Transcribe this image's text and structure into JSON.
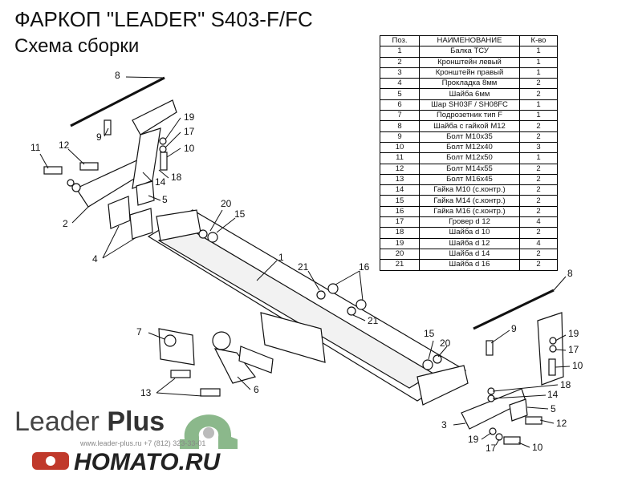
{
  "header": {
    "title": "ФАРКОП \"LEADER\" S403-F/FC",
    "subtitle": "Схема сборки"
  },
  "table": {
    "headers": [
      "Поз.",
      "НАИМЕНОВАНИЕ",
      "К-во"
    ],
    "rows": [
      [
        "1",
        "Балка ТСУ",
        "1"
      ],
      [
        "2",
        "Кронштейн левый",
        "1"
      ],
      [
        "3",
        "Кронштейн правый",
        "1"
      ],
      [
        "4",
        "Прокладка 8мм",
        "2"
      ],
      [
        "5",
        "Шайба 6мм",
        "2"
      ],
      [
        "6",
        "Шар  SH03F / SH08FC",
        "1"
      ],
      [
        "7",
        "Подрозетник тип F",
        "1"
      ],
      [
        "8",
        "Шайба с гайкой М12",
        "2"
      ],
      [
        "9",
        "Болт М10х35",
        "2"
      ],
      [
        "10",
        "Болт М12х40",
        "3"
      ],
      [
        "11",
        "Болт М12х50",
        "1"
      ],
      [
        "12",
        "Болт М14х55",
        "2"
      ],
      [
        "13",
        "Болт М16х45",
        "2"
      ],
      [
        "14",
        "Гайка  М10 (с.контр.)",
        "2"
      ],
      [
        "15",
        "Гайка  М14 (с.контр.)",
        "2"
      ],
      [
        "16",
        "Гайка  М16 (с.контр.)",
        "2"
      ],
      [
        "17",
        "Гровер d 12",
        "4"
      ],
      [
        "18",
        "Шайба d 10",
        "2"
      ],
      [
        "19",
        "Шайба d 12",
        "4"
      ],
      [
        "20",
        "Шайба d 14",
        "2"
      ],
      [
        "21",
        "Шайба d 16",
        "2"
      ]
    ]
  },
  "callouts": [
    {
      "id": "8"
    },
    {
      "id": "9"
    },
    {
      "id": "19"
    },
    {
      "id": "17"
    },
    {
      "id": "10"
    },
    {
      "id": "11"
    },
    {
      "id": "12"
    },
    {
      "id": "18"
    },
    {
      "id": "14"
    },
    {
      "id": "5"
    },
    {
      "id": "2"
    },
    {
      "id": "4"
    },
    {
      "id": "20"
    },
    {
      "id": "15"
    },
    {
      "id": "1"
    },
    {
      "id": "21"
    },
    {
      "id": "16"
    },
    {
      "id": "7"
    },
    {
      "id": "13"
    },
    {
      "id": "6"
    },
    {
      "id": "3"
    }
  ],
  "logo": {
    "brand": "Leader",
    "brand_bold": "Plus",
    "site": "HOMATO.RU",
    "footer_small": "www.leader-plus.ru  +7 (812) 323-33-01"
  }
}
